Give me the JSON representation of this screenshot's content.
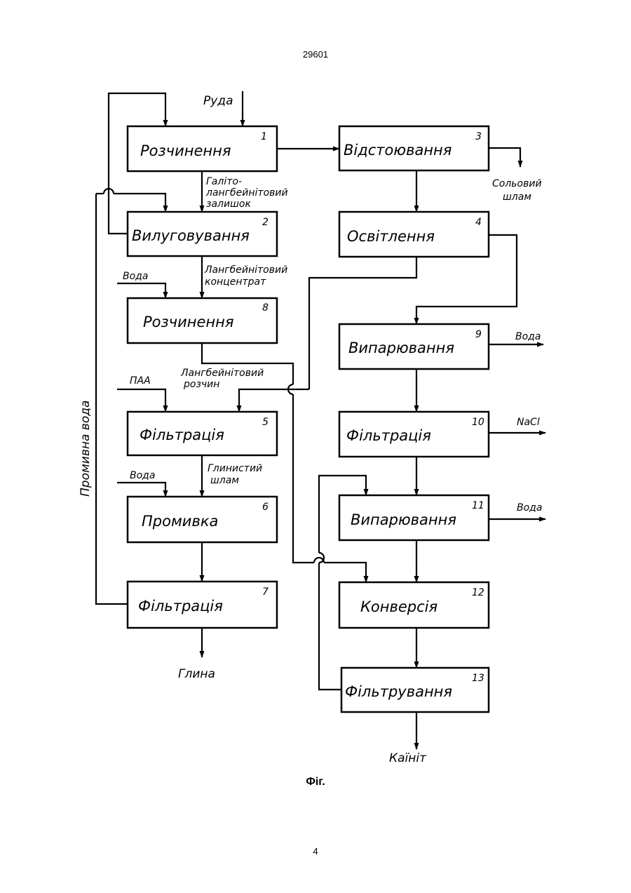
{
  "header": {
    "doc_number": "29601"
  },
  "footer": {
    "page_number": "4"
  },
  "figure": {
    "caption": "Фіг."
  },
  "boxes": [
    {
      "id": "1",
      "label": "Розчинення"
    },
    {
      "id": "2",
      "label": "Вилуговування"
    },
    {
      "id": "3",
      "label": "Відстоювання"
    },
    {
      "id": "4",
      "label": "Освітлення"
    },
    {
      "id": "5",
      "label": "Фільтрація"
    },
    {
      "id": "6",
      "label": "Промивка"
    },
    {
      "id": "7",
      "label": "Фільтрація"
    },
    {
      "id": "8",
      "label": "Розчинення"
    },
    {
      "id": "9",
      "label": "Випарювання"
    },
    {
      "id": "10",
      "label": "Фільтрація"
    },
    {
      "id": "11",
      "label": "Випарювання"
    },
    {
      "id": "12",
      "label": "Конверсія"
    },
    {
      "id": "13",
      "label": "Фільтрування"
    }
  ],
  "annotations": {
    "ore": "Руда",
    "halite_line1": "Галіто-",
    "halite_line2": "лангбейнітовий",
    "halite_line3": "залишок",
    "salt_sludge_line1": "Сольовий",
    "salt_sludge_line2": "шлам",
    "water_8": "Вода",
    "lang_conc_line1": "Лангбейнітовий",
    "lang_conc_line2": "концентрат",
    "water_9": "Вода",
    "lang_sol_line1": "Лангбейнітовий",
    "lang_sol_line2": "розчин",
    "paa": "ПАА",
    "nacl": "NaCl",
    "clay_sludge_line1": "Глинистий",
    "clay_sludge_line2": "шлам",
    "water_6": "Вода",
    "water_11": "Вода",
    "wash_water": "Промивна вода",
    "clay": "Глина",
    "kainite": "Каїніт"
  }
}
